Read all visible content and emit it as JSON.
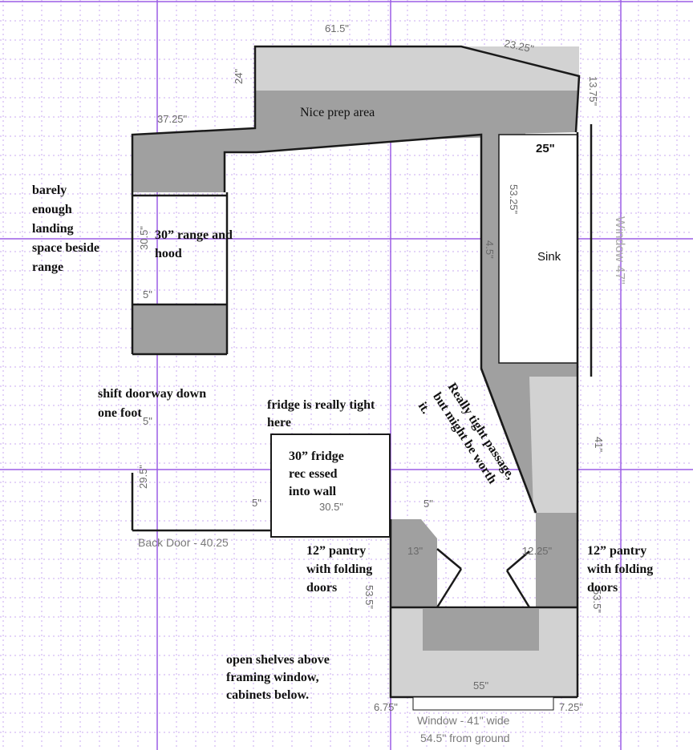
{
  "colors": {
    "grid_minor": "#c9a9f0",
    "grid_major": "#9b5de5",
    "counter_dark": "#a0a0a0",
    "counter_light": "#d2d2d2",
    "wall": "#1a1a1a"
  },
  "dimensions": {
    "top": "61.5\"",
    "angle": "23.25\"",
    "right_top": "13.75\"",
    "left_short": "24\"",
    "upper_left": "37.25\"",
    "range_side": "30.5\"",
    "range_gap": "5\"",
    "sink_top": "25\"",
    "sink_vertical": "53.25\"",
    "passage": "4.5\"",
    "right_mid": "41\"",
    "door_side": "29.5\"",
    "fridge_gap": "5\"",
    "fridge_width": "30.5\"",
    "pantry_gap": "5\"",
    "pantry_left": "13\"",
    "pantry_right": "12.25\"",
    "bottom_left_vertical": "53.5\"",
    "bottom_right_vertical": "53.5\"",
    "bottom_counter": "55\"",
    "bottom_left_edge": "6.75\"",
    "bottom_right_edge": "7.25\"",
    "left_wall": "5\""
  },
  "labels": {
    "prep": "Nice prep area",
    "sink": "Sink",
    "window_right": "Window 47\"",
    "back_door": "Back Door - 40.25",
    "window_bottom_1": "Window - 41\" wide",
    "window_bottom_2": "54.5\" from ground"
  },
  "notes": {
    "landing": [
      "barely",
      "enough",
      "landing",
      "space beside",
      "range"
    ],
    "range": [
      "30” range and",
      "hood"
    ],
    "doorway": [
      "shift doorway down",
      "one foot"
    ],
    "fridge_tight": [
      "fridge is really tight",
      "here"
    ],
    "fridge": [
      "30” fridge",
      "rec essed",
      "into wall"
    ],
    "passage": [
      "Really tight passage,",
      "but might be worth",
      "it."
    ],
    "pantry_left": [
      "12” pantry",
      "with folding",
      "doors"
    ],
    "pantry_right": [
      "12” pantry",
      "with folding",
      "doors"
    ],
    "shelves": [
      "open shelves above",
      "framing window,",
      "cabinets below."
    ]
  }
}
